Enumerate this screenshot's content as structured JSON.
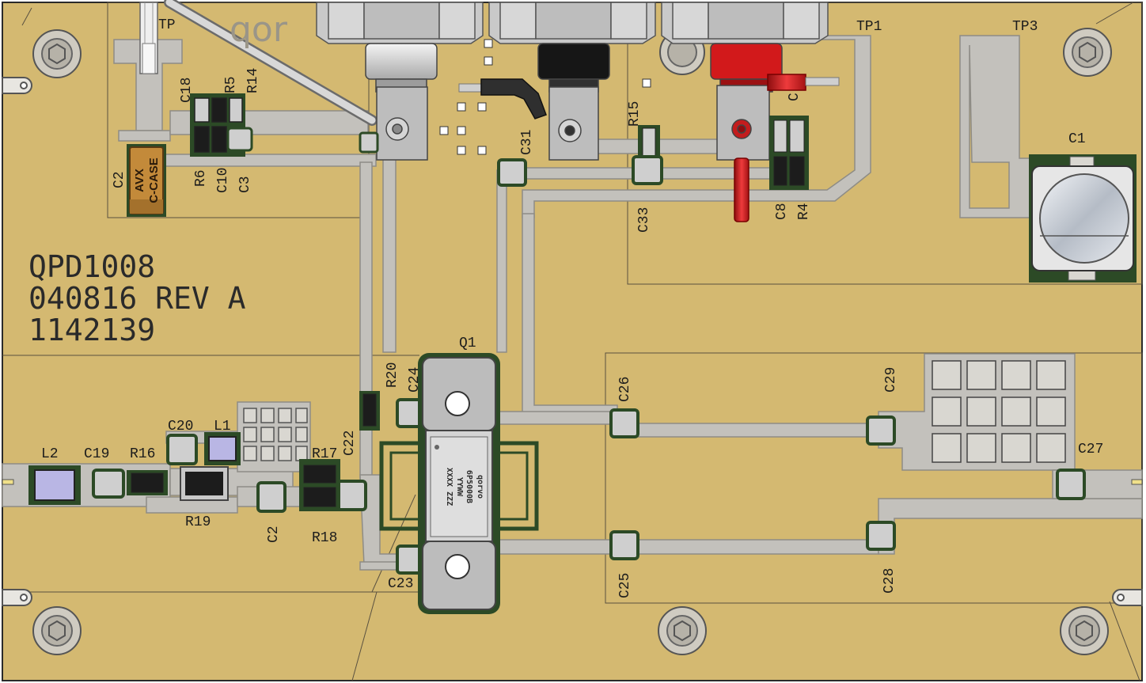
{
  "board": {
    "title_lines": [
      "QPD1008",
      "040816 REV A",
      "1142139"
    ],
    "logo_fragment": "qor",
    "colors": {
      "substrate": "#d4b971",
      "trace": "#c3c1bc",
      "trace_edge": "#8e8c86",
      "solder_mask": "#2c4a26",
      "component_body": "#b9b9b9",
      "capacitor_tantalum": "#c38a3a",
      "connector_red": "#d2191b",
      "connector_black": "#161616",
      "silkscreen": "#1c1c1c"
    }
  },
  "labels": {
    "tp_partial": "TP",
    "tp1": "TP1",
    "tp3": "TP3",
    "c1": "C1",
    "c2": "C2",
    "c18": "C18",
    "r5": "R5",
    "r14": "R14",
    "r6": "R6",
    "c10": "C10",
    "c3x": "C3",
    "r15": "R15",
    "c31": "C31",
    "c33": "C33",
    "c8": "C8",
    "r4": "R4",
    "c7_partial": "C",
    "q1": "Q1",
    "r20": "R20",
    "c24": "C24",
    "c22": "C22",
    "c26": "C26",
    "c29": "C29",
    "c27": "C27",
    "c25": "C25",
    "c28": "C28",
    "c23": "C23",
    "c20": "C20",
    "l1": "L1",
    "l2": "L2",
    "c19": "C19",
    "r16": "R16",
    "r17": "R17",
    "r19": "R19",
    "c21_partial": "C2",
    "r18": "R18"
  },
  "tantalum_cap": {
    "line1": "AVX",
    "line2": "C-CASE"
  },
  "transistor_marking": {
    "line1": "6P5000B",
    "line2": "YYWW",
    "line3": "XXXX  ZZZ",
    "logo": "qorvo"
  }
}
